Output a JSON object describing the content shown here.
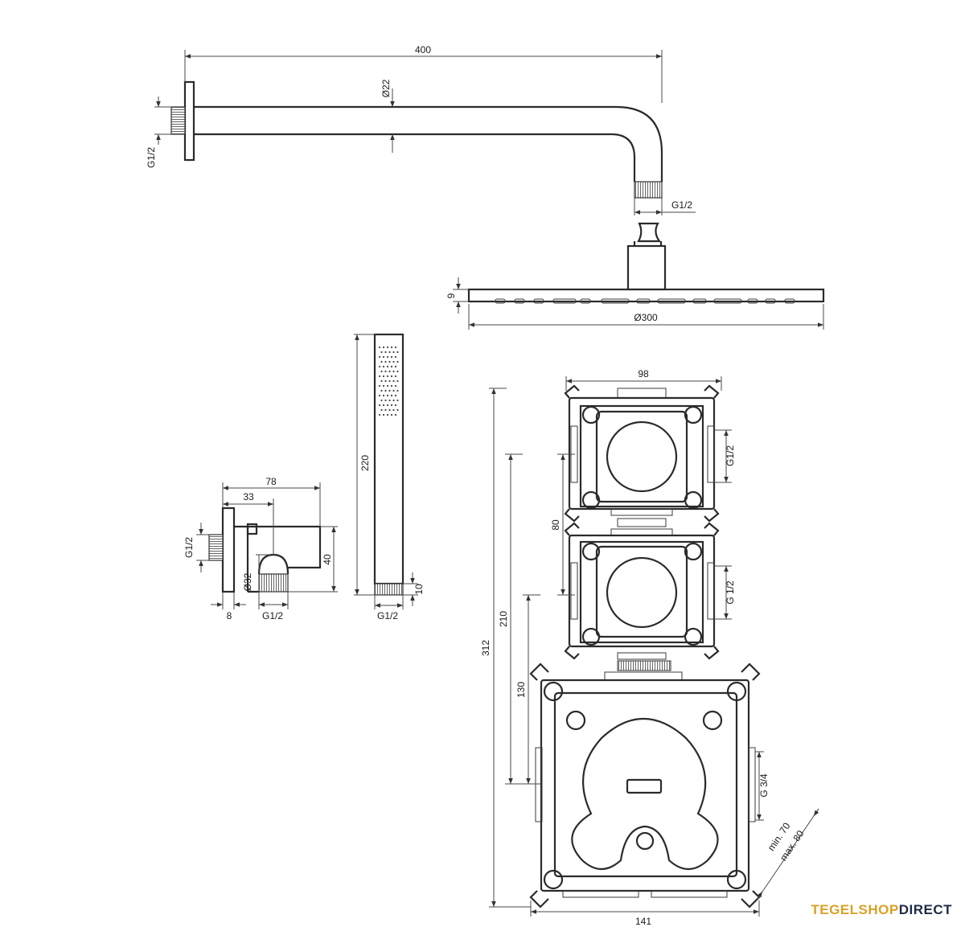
{
  "dimensions": {
    "arm_length": "400",
    "arm_diameter": "Ø22",
    "wall_thread": "G1/2",
    "arm_outlet_thread": "G1/2",
    "head_thickness": "9",
    "head_diameter": "Ø300",
    "hand_shower_length": "220",
    "hand_shower_base": "10",
    "hand_shower_thread": "G1/2",
    "outlet_width": "78",
    "outlet_offset": "33",
    "outlet_height": "40",
    "outlet_diameter": "Ø32",
    "outlet_wall_thread": "G1/2",
    "outlet_flange": "8",
    "outlet_bottom_thread": "G1/2",
    "box_upper_width": "98",
    "box_valve_spacing": "80",
    "box_upper_thread": "G1/2",
    "box_middle_thread": "G 1/2",
    "box_total_height": "312",
    "box_height_210": "210",
    "box_height_130": "130",
    "box_main_thread": "G 3/4",
    "box_depth_min": "min. 70",
    "box_depth_max": "max. 80",
    "box_main_width": "141"
  },
  "brand": {
    "part1": "TEGELSHOP",
    "part2": "DIRECT"
  }
}
